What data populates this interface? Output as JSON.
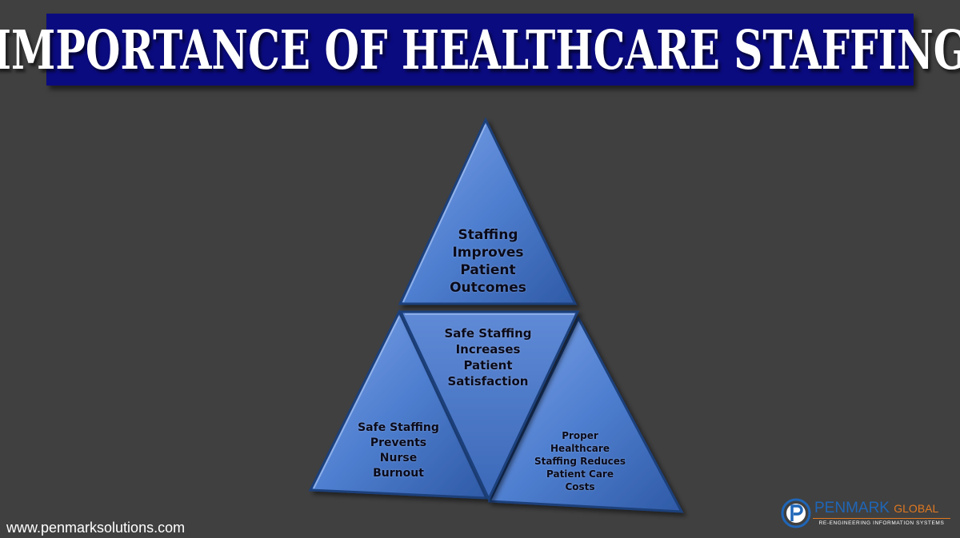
{
  "header": {
    "title": "IMPORTANCE OF HEALTHCARE STAFFING"
  },
  "diagram": {
    "top": "Staffing\nImproves\nPatient\nOutcomes",
    "middle": "Safe Staffing\nIncreases\nPatient\nSatisfaction",
    "left": "Safe Staffing\nPrevents\nNurse\nBurnout",
    "right": "Proper\nHealthcare\nStaffing Reduces\nPatient Care\nCosts"
  },
  "footer": {
    "url": "www.penmarksolutions.com",
    "logo_name": "PENMARK",
    "logo_suffix": "GLOBAL",
    "logo_tagline": "RE-ENGINEERING  INFORMATION  SYSTEMS"
  },
  "colors": {
    "background": "#404040",
    "banner": "#0b0b80",
    "triangle_fill": "#4a78c8",
    "brand_blue": "#1f66b8",
    "brand_orange": "#e07820"
  },
  "icons": {
    "logo_mark": "penmark-p-logo-icon"
  }
}
